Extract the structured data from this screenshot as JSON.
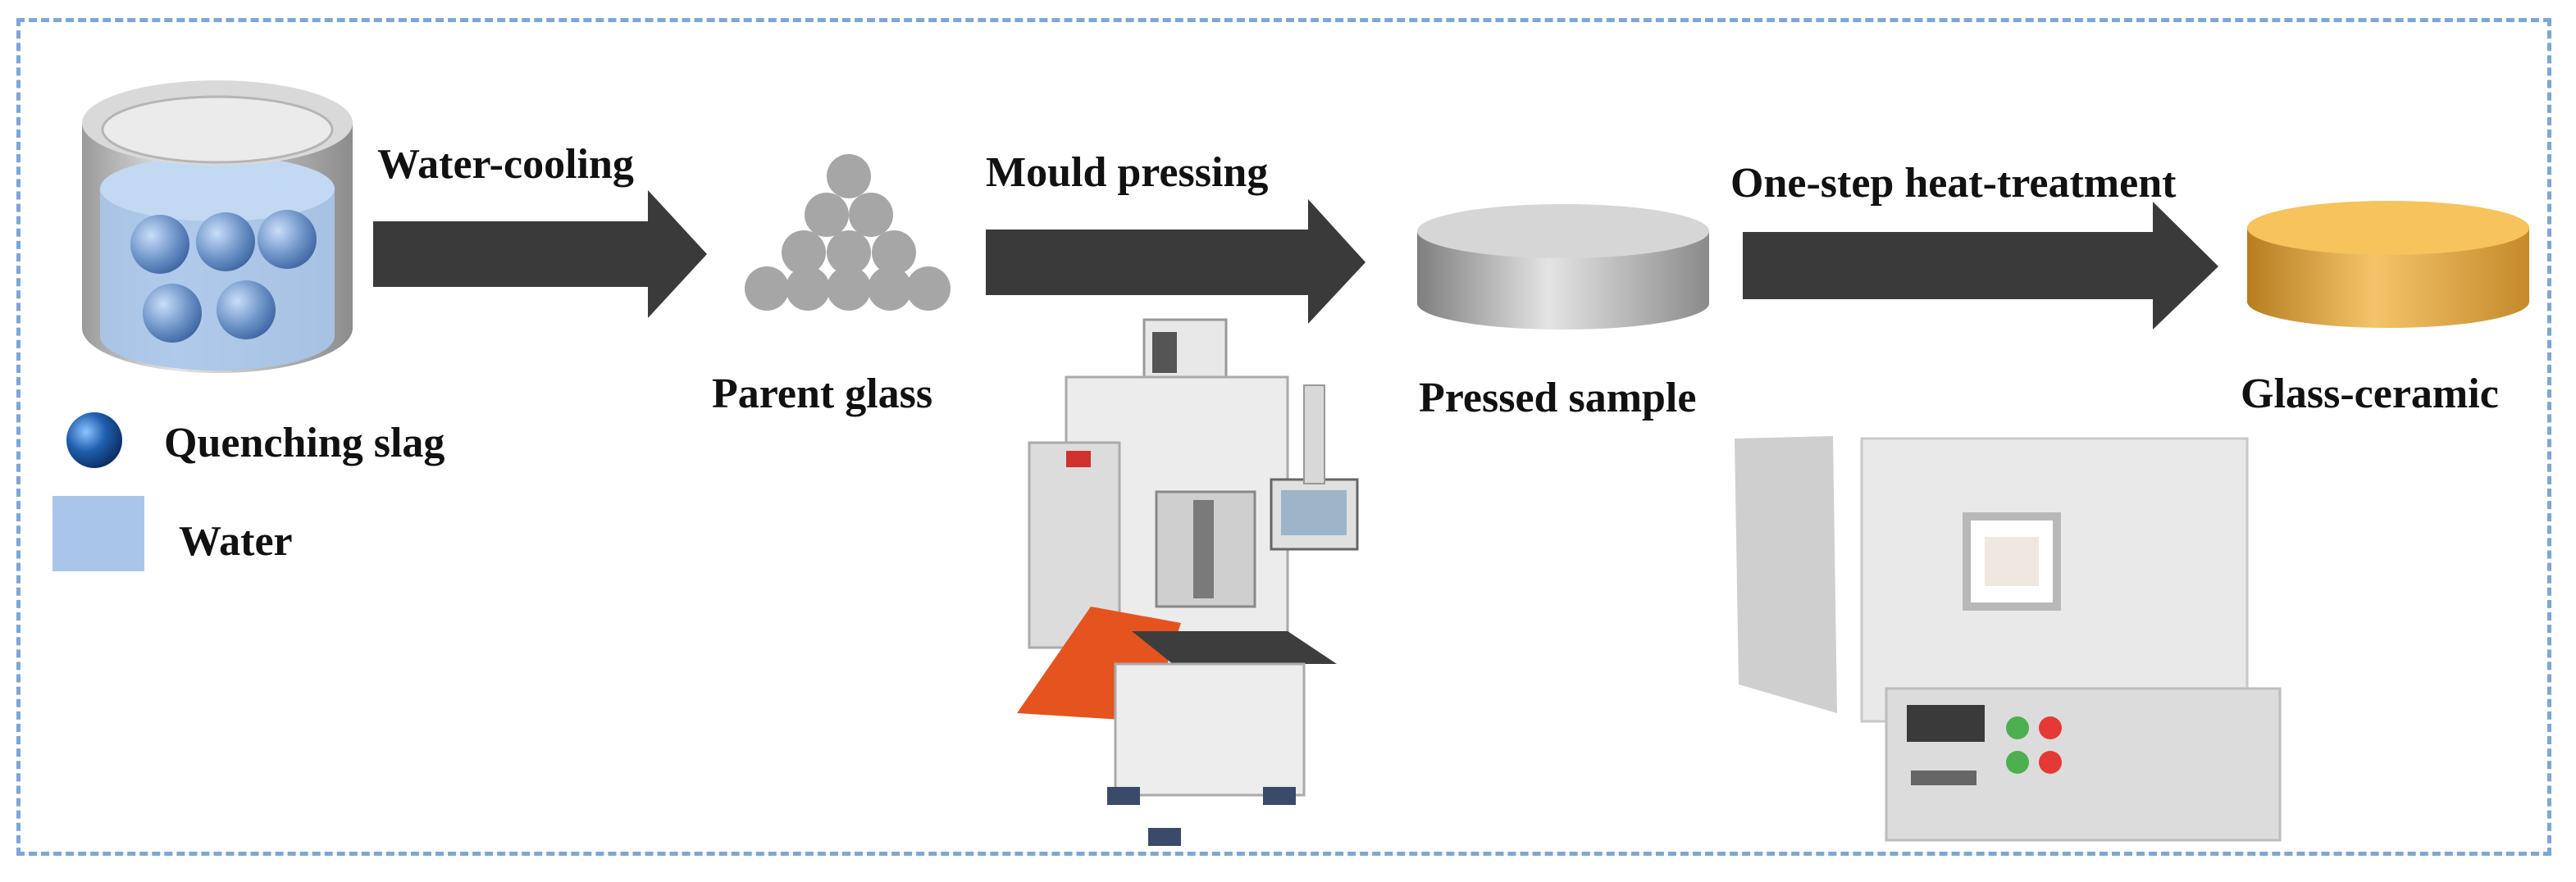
{
  "steps": {
    "water_cooling": "Water-cooling",
    "mould_pressing": "Mould pressing",
    "heat_treatment": "One-step heat-treatment"
  },
  "products": {
    "parent_glass": "Parent glass",
    "pressed_sample": "Pressed sample",
    "glass_ceramic": "Glass-ceramic"
  },
  "legend": {
    "quenching_slag": "Quenching slag",
    "water": "Water"
  },
  "colors": {
    "frame_border": "#7ea6d6",
    "arrow": "#3a3a3a",
    "water": "#a9c6ea",
    "slag": "#1f5fae",
    "glass_ceramic": "#e6a93e"
  }
}
